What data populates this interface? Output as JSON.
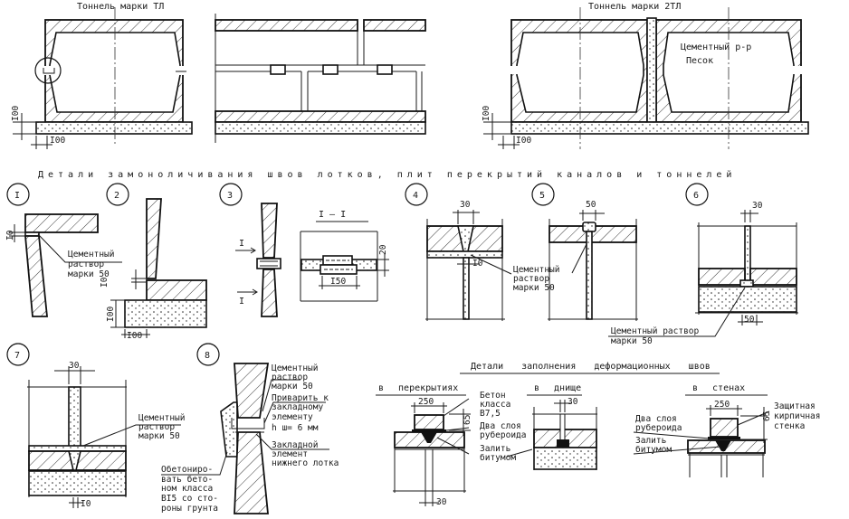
{
  "top": {
    "tunnel_tl_title": "Тоннель марки ТЛ",
    "tunnel_2tl_title": "Тоннель марки 2ТЛ",
    "cement_label": "Цементный р-р",
    "sand_label": "Песок",
    "dim_100": "I00"
  },
  "joints": {
    "title": "Детали замоноличивания швов лотков, плит перекрытий каналов и тоннелей",
    "section_title": "I – I",
    "section_mark": "I",
    "cement_lines": [
      "Цементный",
      "раствор",
      "марки 50"
    ],
    "cement_line_long": "Цементный раствор",
    "details": [
      "I",
      "2",
      "3",
      "4",
      "5",
      "6",
      "7",
      "8"
    ],
    "dims": {
      "d10": "I0",
      "d100": "I00",
      "d20": "20",
      "d150": "I50",
      "d30": "30",
      "d50": "50"
    },
    "detail8": {
      "weld": [
        "Приварить к",
        "закладному",
        "элементу",
        "h ш= 6 мм"
      ],
      "embed": [
        "Закладной",
        "элемент",
        "нижнего лотка"
      ],
      "concrete": [
        "Обетониро-",
        "вать бето-",
        "ном класса",
        "BI5 со сто-",
        "роны грунта"
      ]
    }
  },
  "deformation": {
    "title": "Детали заполнения деформационных швов",
    "sub_floor": "в перекрытиях",
    "sub_bottom": "в днище",
    "sub_walls": "в стенах",
    "concrete": [
      "Бетон",
      "класса",
      "В7,5"
    ],
    "roofing": [
      "Два слоя",
      "рубероида"
    ],
    "bitumen": [
      "Залить",
      "битумом"
    ],
    "brick": [
      "Защитная",
      "кирпичная",
      "стенка"
    ],
    "dims": {
      "d250": "250",
      "d65": "65",
      "d30": "30"
    }
  }
}
